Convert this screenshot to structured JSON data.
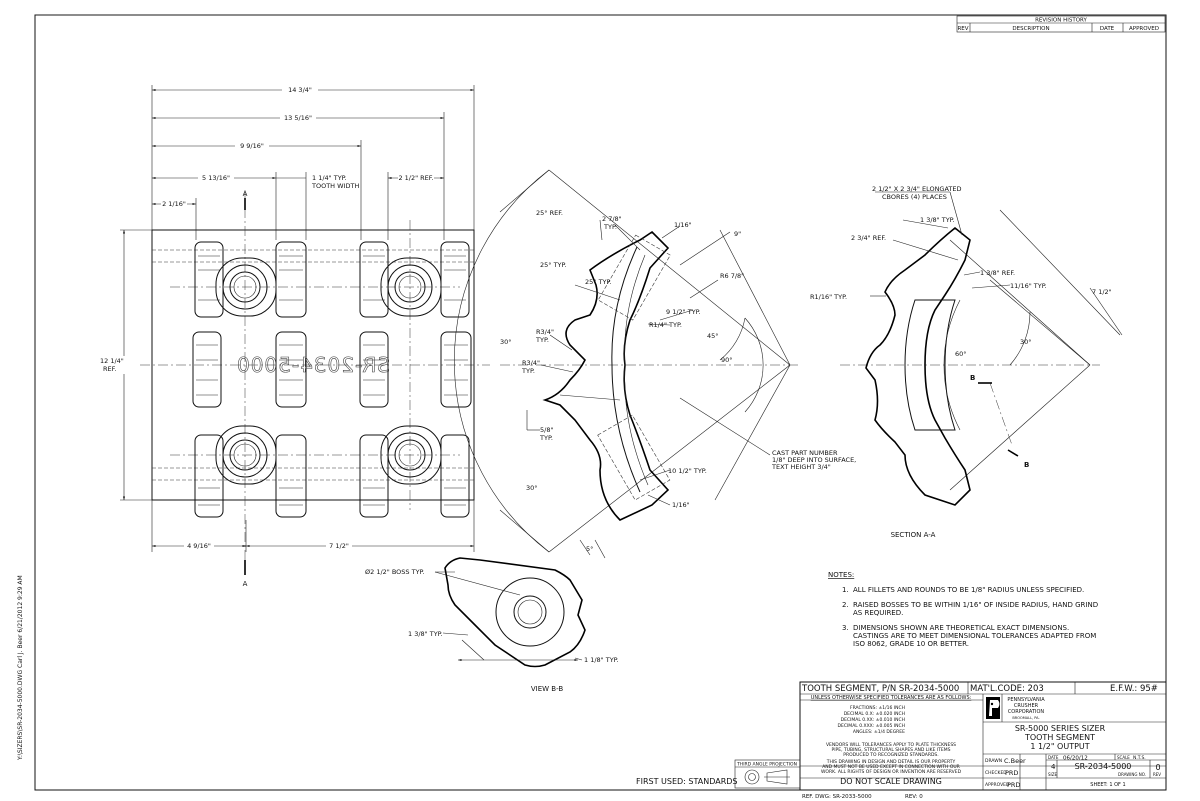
{
  "revision_history": {
    "title": "REVISION HISTORY",
    "columns": [
      "REV",
      "DESCRIPTION",
      "DATE",
      "APPROVED"
    ]
  },
  "side_text": "Y:\\SIZERS\\SR-2034-5000.DWG Carl J. Beer 6/21/2012 9:29 AM",
  "plan_view": {
    "dims": {
      "overall_width": "14 3/4\"",
      "width_2": "13 5/16\"",
      "width_3": "9 9/16\"",
      "width_4": "5 13/16\"",
      "left_offset": "2 1/16\"",
      "tooth_width": "1 1/4\" TYP.",
      "tooth_width_2": "TOOTH WIDTH",
      "ref_right": "2 1/2\" REF.",
      "height": "12 1/4\"",
      "height_ref": "REF.",
      "bottom_left": "4 9/16\"",
      "bottom_right": "7 1/2\""
    },
    "section_mark_top": "A",
    "section_mark_bottom": "A",
    "cast_text": "SR-2034-5000"
  },
  "side_view": {
    "dims": {
      "angle_ref": "25° REF.",
      "r278": "2 7/8\"",
      "r278_typ": "TYP.",
      "r116_top": "1/16\"",
      "r9": "9\"",
      "a25typ": "25° TYP.",
      "a25typ2": "25° TYP.",
      "r678": "R6 7/8\"",
      "r912": "9 1/2\" TYP.",
      "r14": "R1/4\" TYP.",
      "a45": "45°",
      "a90": "90°",
      "a30_left": "30°",
      "r34_a": "R3/4\"",
      "r34_a_typ": "TYP.",
      "r34_b": "R3/4\"",
      "r34_b_typ": "TYP.",
      "d58": "5/8\"",
      "d58_typ": "TYP.",
      "cast_note_1": "CAST PART NUMBER",
      "cast_note_2": "1/8\" DEEP INTO SURFACE,",
      "cast_note_3": "TEXT HEIGHT 3/4\"",
      "r1012": "10 1/2\" TYP.",
      "a30_bottom": "30°",
      "r116_bottom": "1/16\"",
      "a5": "5°"
    }
  },
  "section_view": {
    "title": "SECTION A-A",
    "dims": {
      "cbore_1": "2 1/2\" X 2 3/4\" ELONGATED",
      "cbore_2": "CBORES (4) PLACES",
      "d138": "1 3/8\" TYP.",
      "d234": "2 3/4\" REF.",
      "d138ref": "1 3/8\" REF.",
      "d1116": "11/16\" TYP.",
      "d712": "7 1/2\"",
      "r116": "R1/16\" TYP.",
      "a60": "60°",
      "a30": "30°"
    },
    "mark_b1": "B",
    "mark_b2": "B"
  },
  "view_bb": {
    "title": "VIEW B-B",
    "dims": {
      "boss": "Ø2 1/2\" BOSS TYP.",
      "d138": "1 3/8\" TYP.",
      "d118": "1 1/8\" TYP."
    }
  },
  "notes": {
    "title": "NOTES:",
    "items": [
      {
        "num": "1.",
        "lines": [
          "ALL FILLETS AND ROUNDS TO BE 1/8\" RADIUS UNLESS SPECIFIED."
        ]
      },
      {
        "num": "2.",
        "lines": [
          "RAISED BOSSES TO BE WITHIN 1/16\" OF INSIDE RADIUS, HAND GRIND",
          "AS REQUIRED."
        ]
      },
      {
        "num": "3.",
        "lines": [
          "DIMENSIONS SHOWN ARE THEORETICAL EXACT DIMENSIONS.",
          "CASTINGS ARE TO MEET DIMENSIONAL TOLERANCES ADAPTED FROM",
          "ISO 8062, GRADE 10 OR BETTER."
        ]
      }
    ]
  },
  "title_block": {
    "part_title": "TOOTH SEGMENT, P/N SR-2034-5000",
    "mat_code": "MAT'L.CODE: 203",
    "efw": "E.F.W.: 95#",
    "tolerance_header": "UNLESS OTHERWISE SPECIFIED TOLERANCES ARE AS FOLLOWS:",
    "tolerances": [
      "FRACTIONS: ±1/16  INCH",
      "DECIMAL 0.X: ±0.020  INCH",
      "DECIMAL 0.XX: ±0.010  INCH",
      "DECIMAL 0.XXX: ±0.005  INCH",
      "ANGLES: ±1/4  DEGREE"
    ],
    "vendor_note": [
      "VENDORS WILL TOLERANCES APPLY TO PLATE THICKNESS",
      "PIPE, TUBING, STRUCTURAL SHAPES AND LIKE ITEMS",
      "PRODUCED TO RECOGNIZED STANDARDS."
    ],
    "property_note": [
      "THIS DRAWING IN DESIGN AND DETAIL IS OUR PROPERTY",
      "AND MUST NOT BE USED EXCEPT IN CONNECTION WITH OUR",
      "WORK. ALL RIGHTS OF DESIGN OR INVENTION ARE RESERVED"
    ],
    "do_not_scale": "DO NOT SCALE DRAWING",
    "ref_dwg": "REF. DWG: SR-2033-5000",
    "rev_label": "REV: 0",
    "company_1": "PENNSYLVANIA",
    "company_2": "CRUSHER",
    "company_3": "CORPORATION",
    "company_4": "BROOMALL, PA.",
    "desc_1": "SR-5000 SERIES SIZER",
    "desc_2": "TOOTH SEGMENT",
    "desc_3": "1 1/2\" OUTPUT",
    "drawn_label": "DRAWN",
    "drawn_by": "C.Beer",
    "checked_label": "CHECKED",
    "checked_by": "PRD",
    "approved_label": "APPROVED",
    "approved_by": "PRD",
    "date_label": "DATE",
    "date_value": "06/20/12",
    "scale_label": "SCALE",
    "scale_value": "N.T.S.",
    "size_value": "4",
    "size_label": "SIZE",
    "drawing_no": "SR-2034-5000",
    "drawing_no_label": "DRAWING NO.",
    "rev_value": "0",
    "rev_small": "REV",
    "sheet": "SHEET: 1  OF  1",
    "projection": "THIRD ANGLE PROJECTION",
    "first_used": "FIRST USED: STANDARDS"
  }
}
